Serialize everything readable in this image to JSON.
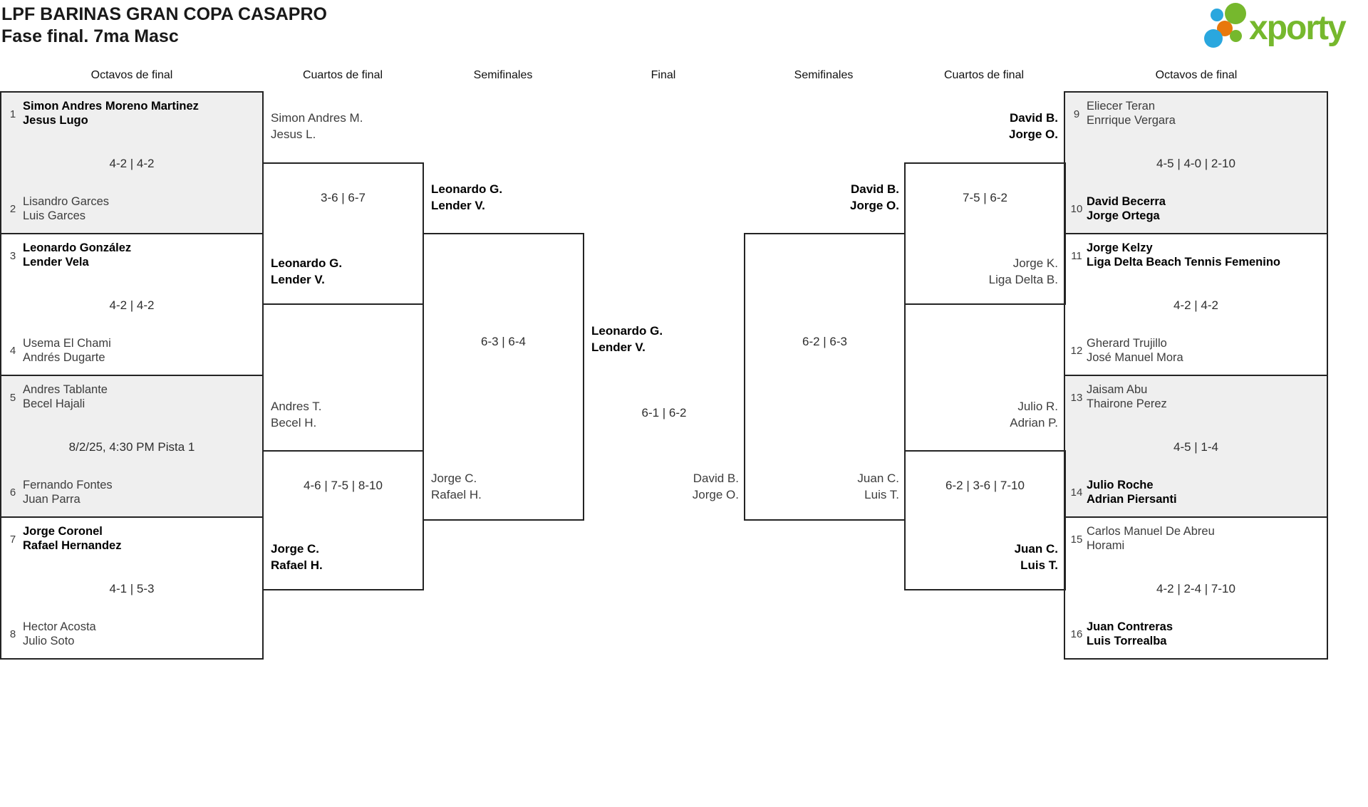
{
  "header": {
    "title": "LPF BARINAS GRAN COPA CASAPRO",
    "subtitle": "Fase final. 7ma Masc",
    "logo_text": "xporty"
  },
  "round_headers": [
    "Octavos de final",
    "Cuartos de final",
    "Semifinales",
    "Final",
    "Semifinales",
    "Cuartos de final",
    "Octavos de final"
  ],
  "r16_left": [
    {
      "seed_a": "1",
      "team_a": [
        "Simon Andres Moreno Martinez",
        "Jesus Lugo"
      ],
      "score": "4-2 | 4-2",
      "seed_b": "2",
      "team_b": [
        "Lisandro Garces",
        "Luis Garces"
      ],
      "winner": "a"
    },
    {
      "seed_a": "3",
      "team_a": [
        "Leonardo González",
        "Lender Vela"
      ],
      "score": "4-2 | 4-2",
      "seed_b": "4",
      "team_b": [
        "Usema El Chami",
        "Andrés Dugarte"
      ],
      "winner": "a"
    },
    {
      "seed_a": "5",
      "team_a": [
        "Andres Tablante",
        "Becel Hajali"
      ],
      "score": "8/2/25, 4:30 PM Pista 1",
      "seed_b": "6",
      "team_b": [
        "Fernando Fontes",
        "Juan Parra"
      ],
      "winner": ""
    },
    {
      "seed_a": "7",
      "team_a": [
        "Jorge Coronel",
        "Rafael Hernandez"
      ],
      "score": "4-1 | 5-3",
      "seed_b": "8",
      "team_b": [
        "Hector Acosta",
        "Julio Soto"
      ],
      "winner": "a"
    }
  ],
  "r16_right": [
    {
      "seed_a": "9",
      "team_a": [
        "Eliecer Teran",
        "Enrrique Vergara"
      ],
      "score": "4-5 | 4-0 | 2-10",
      "seed_b": "10",
      "team_b": [
        "David Becerra",
        "Jorge Ortega"
      ],
      "winner": "b"
    },
    {
      "seed_a": "11",
      "team_a": [
        "Jorge Kelzy",
        "Liga Delta Beach Tennis Femenino"
      ],
      "score": "4-2 | 4-2",
      "seed_b": "12",
      "team_b": [
        "Gherard Trujillo",
        "José Manuel Mora"
      ],
      "winner": "a"
    },
    {
      "seed_a": "13",
      "team_a": [
        "Jaisam Abu",
        "Thairone Perez"
      ],
      "score": "4-5 | 1-4",
      "seed_b": "14",
      "team_b": [
        "Julio Roche",
        "Adrian Piersanti"
      ],
      "winner": "b"
    },
    {
      "seed_a": "15",
      "team_a": [
        "Carlos Manuel De Abreu",
        "Horami"
      ],
      "score": "4-2 | 2-4 | 7-10",
      "seed_b": "16",
      "team_b": [
        "Juan Contreras",
        "Luis Torrealba"
      ],
      "winner": "b"
    }
  ],
  "qf_left": [
    {
      "team_top": "Simon Andres M.\nJesus L.",
      "score": "3-6 | 6-7",
      "team_bottom": "Leonardo G.\nLender V.",
      "winner": "bottom"
    },
    {
      "team_top": "Andres T.\nBecel H.",
      "score": "4-6 | 7-5 | 8-10",
      "team_bottom": "Jorge C.\nRafael H.",
      "winner": "bottom"
    }
  ],
  "qf_right": [
    {
      "team_top": "David B.\nJorge O.",
      "score": "7-5 | 6-2",
      "team_bottom": "Jorge K.\nLiga Delta B.",
      "winner": "top"
    },
    {
      "team_top": "Julio R.\nAdrian P.",
      "score": "6-2 | 3-6 | 7-10",
      "team_bottom": "Juan C.\nLuis T.",
      "winner": "bottom"
    }
  ],
  "sf_left": {
    "team_top": "Leonardo G.\nLender V.",
    "score": "6-3 | 6-4",
    "team_bottom": "Jorge C.\nRafael H.",
    "winner": "top"
  },
  "sf_right": {
    "team_top": "David B.\nJorge O.",
    "score": "6-2 | 6-3",
    "team_bottom": "Juan C.\nLuis T.",
    "winner": "top"
  },
  "final": {
    "team_left": "Leonardo G.\nLender V.",
    "score": "6-1 | 6-2",
    "team_right": "David B.\nJorge O.",
    "winner": "left"
  },
  "colors": {
    "box_fill_gray": "#efefef",
    "border": "#232323",
    "logo_green": "#76b82d",
    "logo_blue": "#2aa7de",
    "logo_orange": "#e8780c"
  }
}
